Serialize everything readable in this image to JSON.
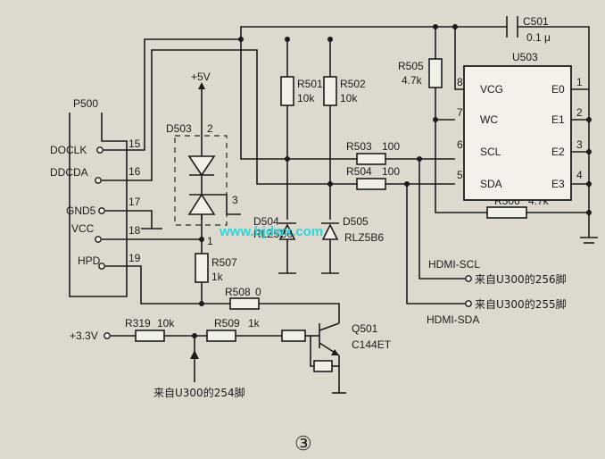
{
  "connector": {
    "name": "P500",
    "pins": [
      {
        "label": "DOCLK",
        "num": "15"
      },
      {
        "label": "DDCDA",
        "num": "16"
      },
      {
        "label": "GND5",
        "num": "17"
      },
      {
        "label": "VCC",
        "num": "18"
      },
      {
        "label": "HPD",
        "num": "19"
      }
    ]
  },
  "supply": {
    "plus5v": "+5V",
    "plus3v3": "+3.3V"
  },
  "diode_array": {
    "ref": "D503",
    "pin2": "2",
    "pin3": "3",
    "pin1": "1"
  },
  "resistors": {
    "r501": {
      "ref": "R501",
      "value": "10k"
    },
    "r502": {
      "ref": "R502",
      "value": "10k"
    },
    "r503": {
      "ref": "R503",
      "value": "100"
    },
    "r504": {
      "ref": "R504",
      "value": "100"
    },
    "r505": {
      "ref": "R505",
      "value": "4.7k"
    },
    "r506": {
      "ref": "R506",
      "value": "4.7k"
    },
    "r507": {
      "ref": "R507",
      "value": "1k"
    },
    "r508": {
      "ref": "R508",
      "value": "0"
    },
    "r509": {
      "ref": "R509",
      "value": "1k"
    },
    "r319": {
      "ref": "R319",
      "value": "10k"
    }
  },
  "zeners": {
    "d504": {
      "ref": "D504",
      "type": "RLZ5B6"
    },
    "d505": {
      "ref": "D505",
      "type": "RLZ5B6"
    }
  },
  "capacitor": {
    "ref": "C501",
    "value": "0.1 μ"
  },
  "ic": {
    "ref": "U503",
    "left_pins": [
      {
        "num": "8",
        "label": "VCG"
      },
      {
        "num": "7",
        "label": "WC"
      },
      {
        "num": "6",
        "label": "SCL"
      },
      {
        "num": "5",
        "label": "SDA"
      }
    ],
    "right_pins": [
      {
        "num": "1",
        "label": "E0"
      },
      {
        "num": "2",
        "label": "E1"
      },
      {
        "num": "3",
        "label": "E2"
      },
      {
        "num": "4",
        "label": "E3"
      }
    ]
  },
  "transistor": {
    "ref": "Q501",
    "type": "C144ET"
  },
  "nets": {
    "hdmi_scl": "HDMI-SCL",
    "hdmi_sda": "HDMI-SDA",
    "from_256": "来自U300的256脚",
    "from_255": "来自U300的255脚",
    "from_254": "来自U300的254脚"
  },
  "watermark": "www.bjdwx.com",
  "figure_number": "③"
}
